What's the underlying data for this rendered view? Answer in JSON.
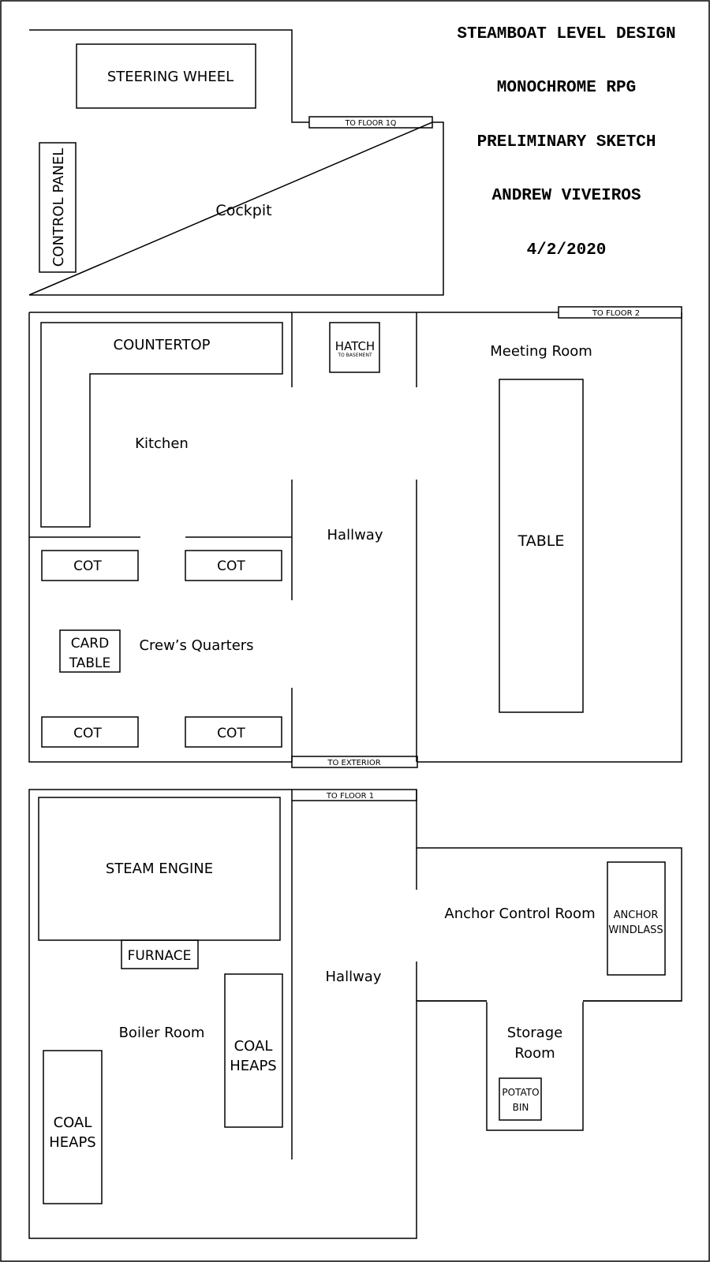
{
  "header": {
    "title": "STEAMBOAT LEVEL DESIGN",
    "subtitle": "MONOCHROME RPG",
    "status": "PRELIMINARY SKETCH",
    "author": "ANDREW VIVEIROS",
    "date": "4/2/2020"
  },
  "floor_top": {
    "steering_wheel": "STEERING WHEEL",
    "control_panel": "CONTROL PANEL",
    "cockpit": "Cockpit",
    "stairs_label": "TO FLOOR 1Q"
  },
  "floor_main": {
    "countertop": "COUNTERTOP",
    "kitchen": "Kitchen",
    "hatch": "HATCH",
    "hatch_sub": "TO BASEMENT",
    "meeting_room": "Meeting Room",
    "to_floor_2": "TO FLOOR 2",
    "table": "TABLE",
    "hallway": "Hallway",
    "cot": "COT",
    "card_table_line1": "CARD",
    "card_table_line2": "TABLE",
    "crews_quarters": "Crew’s Quarters",
    "to_exterior": "TO EXTERIOR"
  },
  "floor_lower": {
    "to_floor_1": "TO FLOOR 1",
    "steam_engine": "STEAM ENGINE",
    "furnace": "FURNACE",
    "boiler_room": "Boiler Room",
    "coal_line1": "COAL",
    "coal_line2": "HEAPS",
    "hallway": "Hallway",
    "anchor_control_room": "Anchor Control Room",
    "anchor_line1": "ANCHOR",
    "anchor_line2": "WINDLASS",
    "storage_line1": "Storage",
    "storage_line2": "Room",
    "potato_line1": "POTATO",
    "potato_line2": "BIN"
  }
}
